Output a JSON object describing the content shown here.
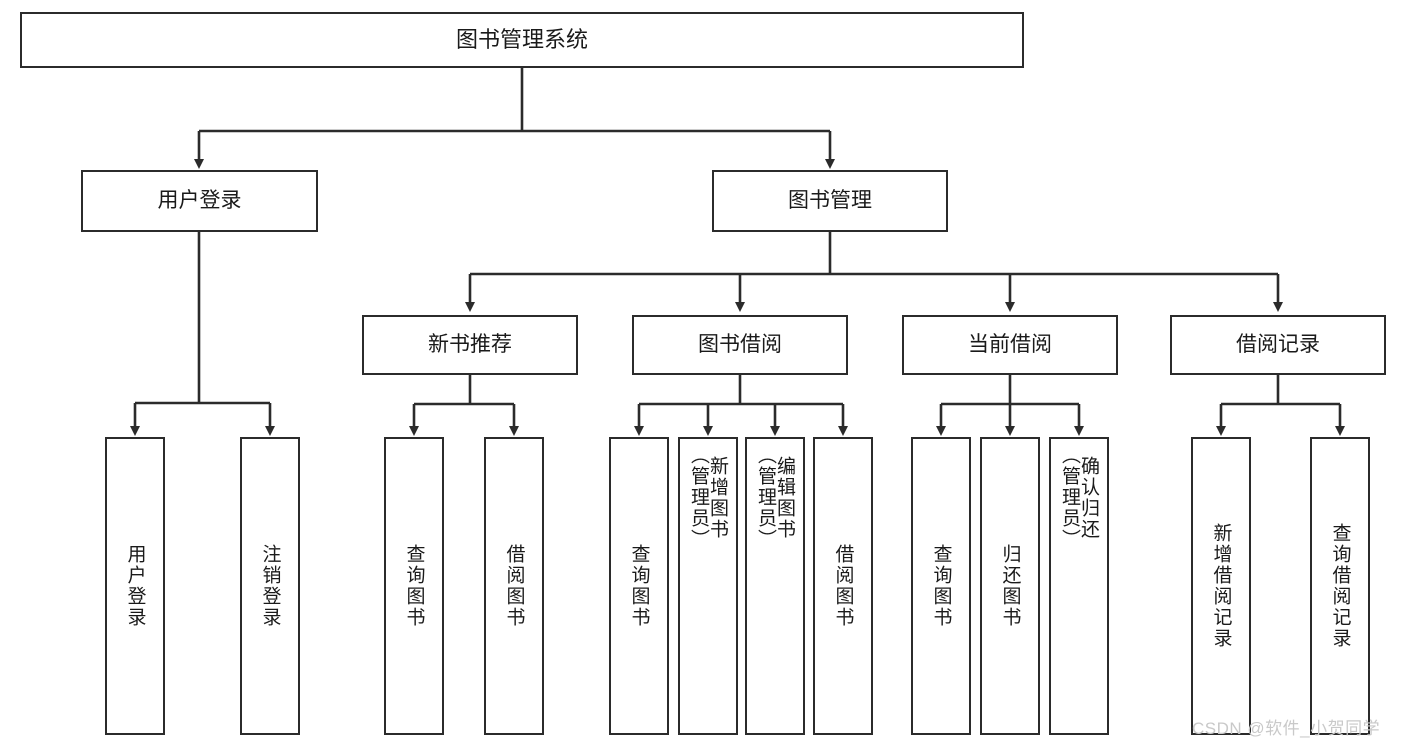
{
  "diagram": {
    "title": "图书管理系统",
    "type": "tree-hierarchy-diagram",
    "root": {
      "label": "图书管理系统"
    },
    "level2": [
      {
        "label": "用户登录"
      },
      {
        "label": "图书管理"
      }
    ],
    "level3": [
      {
        "label": "新书推荐"
      },
      {
        "label": "图书借阅"
      },
      {
        "label": "当前借阅"
      },
      {
        "label": "借阅记录"
      }
    ],
    "leaves": {
      "user_login": [
        {
          "label": "用户登录"
        },
        {
          "label": "注销登录"
        }
      ],
      "new_book_recommend": [
        {
          "label": "查询图书"
        },
        {
          "label": "借阅图书"
        }
      ],
      "book_borrow": [
        {
          "label": "查询图书"
        },
        {
          "label": "新增图书\n（管理员）"
        },
        {
          "label": "编辑图书\n（管理员）"
        },
        {
          "label": "借阅图书"
        }
      ],
      "current_borrow": [
        {
          "label": "查询图书"
        },
        {
          "label": "归还图书"
        },
        {
          "label": "确认归还\n（管理员）"
        }
      ],
      "borrow_record": [
        {
          "label": "新增借阅记录"
        },
        {
          "label": "查询借阅记录"
        }
      ]
    }
  },
  "watermark": {
    "text": "CSDN @软件_小贺同学"
  },
  "colors": {
    "box_border": "#2b2b2b",
    "box_fill": "#ffffff",
    "line": "#2b2b2b",
    "text": "#1a1a1a",
    "watermark": "#c9c9c9",
    "background": "#ffffff"
  }
}
